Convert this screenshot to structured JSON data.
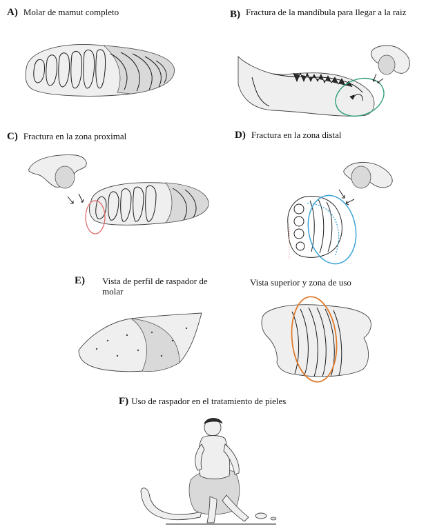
{
  "panels": {
    "a": {
      "letter": "A)",
      "caption": "Molar de mamut completo"
    },
    "b": {
      "letter": "B)",
      "caption": "Fractura de la mandíbula para llegar a la raiz"
    },
    "c": {
      "letter": "C)",
      "caption": "Fractura en la zona proximal"
    },
    "d": {
      "letter": "D)",
      "caption": "Fractura en la zona distal"
    },
    "e": {
      "letter": "E)",
      "caption_left": "Vista de perfil de raspador de molar",
      "caption_right": "Vista superior y zona de uso"
    },
    "f": {
      "letter": "F)",
      "caption": "Uso de raspador en el tratamiento de pieles"
    }
  },
  "colors": {
    "green_highlight": "#3aa37a",
    "red_highlight": "#e06a6a",
    "blue_highlight": "#3aa2d8",
    "orange_highlight": "#e07a2a"
  }
}
